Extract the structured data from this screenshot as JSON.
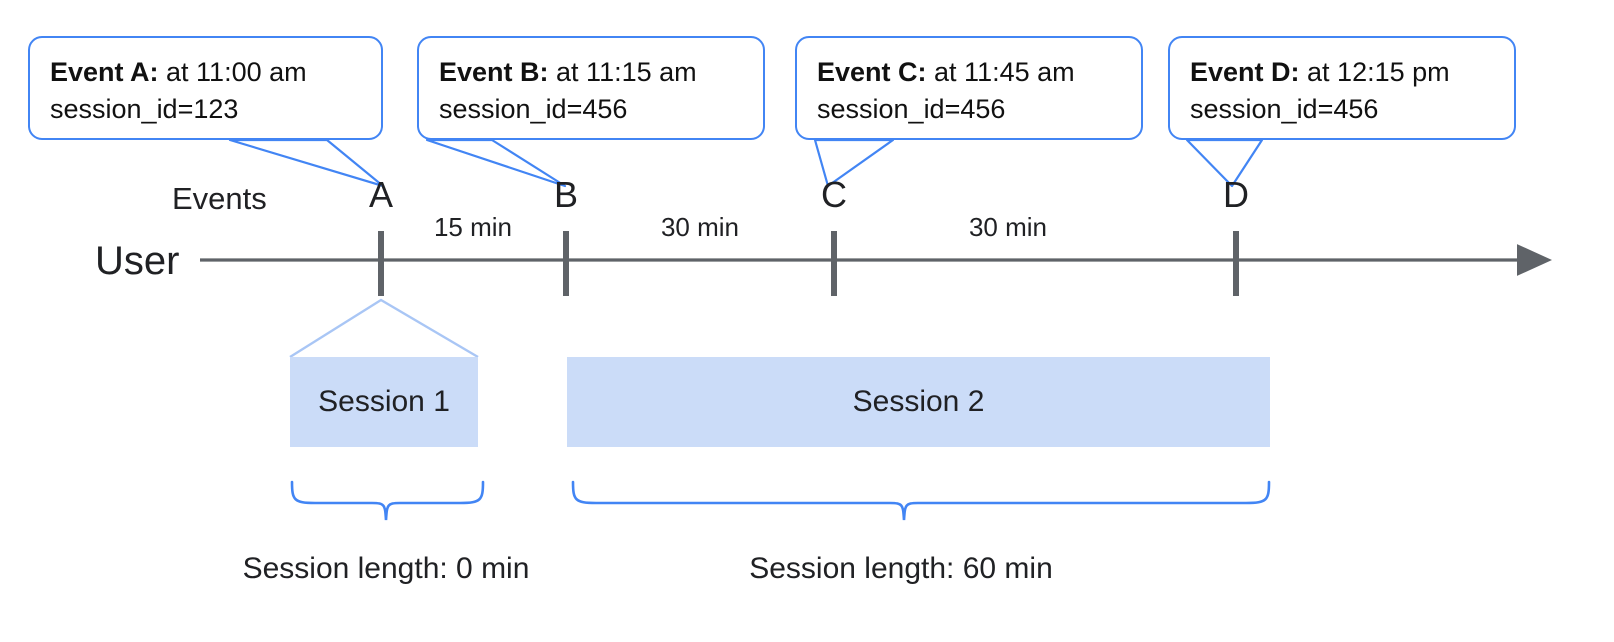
{
  "diagram": {
    "axis_label": "User",
    "events_label": "Events",
    "callouts": [
      {
        "id": "A",
        "head": "Event A:",
        "time": " at 11:00 am",
        "session": "session_id=123"
      },
      {
        "id": "B",
        "head": "Event B:",
        "time": " at 11:15 am",
        "session": "session_id=456"
      },
      {
        "id": "C",
        "head": "Event C:",
        "time": " at 11:45 am",
        "session": "session_id=456"
      },
      {
        "id": "D",
        "head": "Event D:",
        "time": " at 12:15 pm",
        "session": "session_id=456"
      }
    ],
    "event_markers": [
      "A",
      "B",
      "C",
      "D"
    ],
    "intervals": [
      "15 min",
      "30 min",
      "30 min"
    ],
    "sessions": [
      {
        "name": "Session 1",
        "length_label": "Session length: 0 min"
      },
      {
        "name": "Session 2",
        "length_label": "Session length: 60 min"
      }
    ],
    "colors": {
      "accent_blue": "#4285f4",
      "session_fill": "#cbdcf8",
      "axis_gray": "#5f6368",
      "text": "#202124"
    }
  }
}
